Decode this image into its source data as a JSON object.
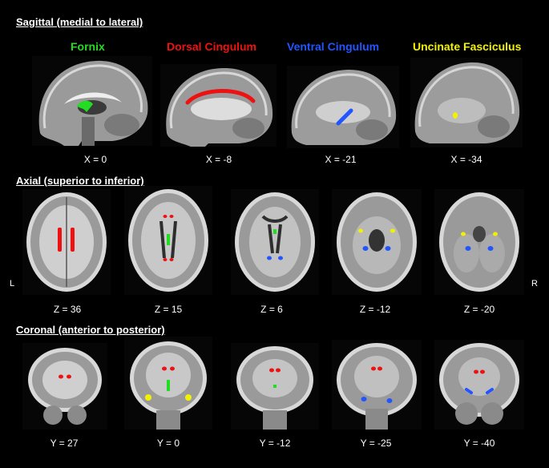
{
  "sections": {
    "sagittal": "Sagittal (medial to lateral)",
    "axial": "Axial (superior to inferior)",
    "coronal": "Coronal (anterior to posterior)"
  },
  "tracts": [
    {
      "name": "Fornix",
      "color": "#22dd22"
    },
    {
      "name": "Dorsal Cingulum",
      "color": "#ee1111"
    },
    {
      "name": "Ventral Cingulum",
      "color": "#2255ff"
    },
    {
      "name": "Uncinate Fasciculus",
      "color": "#f2f200"
    }
  ],
  "sagittal_coords": [
    "X = 0",
    "X = -8",
    "X = -21",
    "X = -34"
  ],
  "axial_coords": [
    "Z = 36",
    "Z = 15",
    "Z = 6",
    "Z = -12",
    "Z = -20"
  ],
  "coronal_coords": [
    "Y = 27",
    "Y = 0",
    "Y = -12",
    "Y = -25",
    "Y = -40"
  ],
  "orientation": {
    "left": "L",
    "right": "R"
  }
}
